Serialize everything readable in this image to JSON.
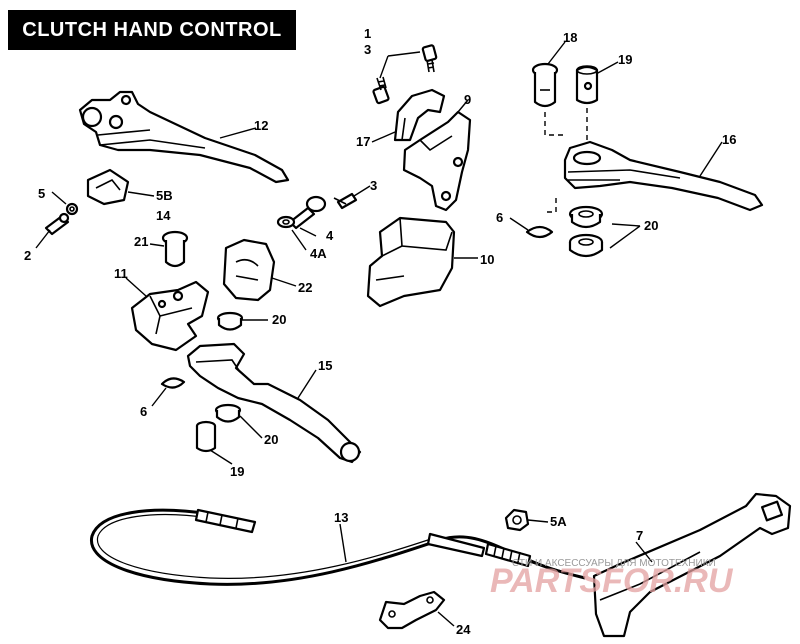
{
  "title": "CLUTCH HAND CONTROL",
  "callouts": {
    "c1": "1",
    "c3a": "3",
    "c9": "9",
    "c17": "17",
    "c12": "12",
    "c18": "18",
    "c19a": "19",
    "c16": "16",
    "c5": "5",
    "c5b": "5B",
    "c14": "14",
    "c2": "2",
    "c3b": "3",
    "c4": "4",
    "c4a": "4A",
    "c21": "21",
    "c22": "22",
    "c10": "10",
    "c6a": "6",
    "c20a": "20",
    "c11": "11",
    "c20b": "20",
    "c15": "15",
    "c6b": "6",
    "c20c": "20",
    "c19b": "19",
    "c13": "13",
    "c5a": "5A",
    "c7": "7",
    "c24": "24"
  },
  "watermark": {
    "caption": "СТИ И АКСЕССУАРЫ ДЛЯ МОТОТЕХНИКИ",
    "logo": "PARTSFOR.RU"
  }
}
